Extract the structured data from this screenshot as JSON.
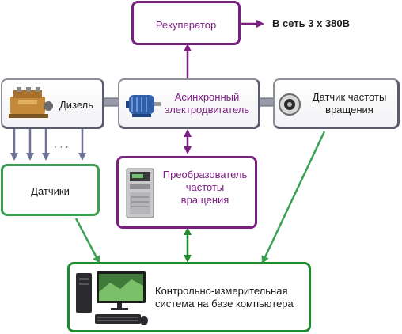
{
  "nodes": {
    "recuperator": "Рекуператор",
    "grid": "В сеть 3 х 380В",
    "diesel": "Дизель",
    "async_motor": [
      "Асинхронный",
      "электродвигатель"
    ],
    "speed_sensor": [
      "Датчик частоты",
      "вращения"
    ],
    "sensors": "Датчики",
    "dots": "· · ·",
    "converter": [
      "Преобразователь",
      "частоты",
      "вращения"
    ],
    "control_system": [
      "Контрольно-измерительная",
      "система на базе компьютера"
    ]
  },
  "icons": {
    "diesel": "engine-icon",
    "async_motor": "electric-motor-icon",
    "speed_sensor": "rotary-encoder-icon",
    "converter": "frequency-converter-icon",
    "control_system": "computer-icon"
  },
  "colors": {
    "purple": "#7b1f82",
    "gray": "#5a5c6e",
    "green": "#3aa152",
    "green_dark": "#1e8a2e",
    "slate": "#6f7397"
  }
}
